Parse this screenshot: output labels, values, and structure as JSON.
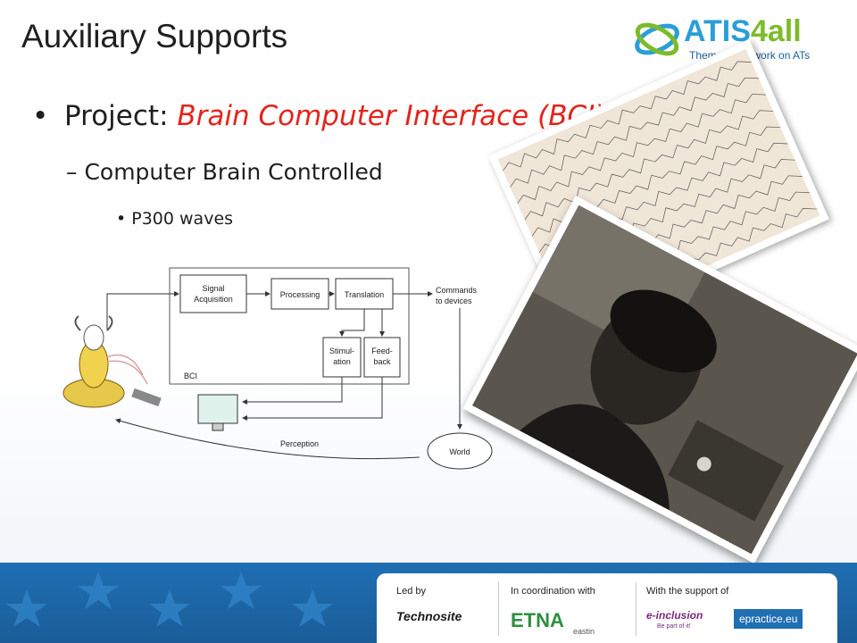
{
  "slide": {
    "title": "Auxiliary Supports",
    "logo": {
      "name_part1": "ATIS",
      "name_part2": "4all",
      "tagline": "Thematic Network on ATs"
    },
    "bullets": {
      "level1_prefix": "Project: ",
      "level1_highlight": "Brain Computer Interface (BCI)",
      "level2": "Computer Brain Controlled",
      "level3": "P300 waves"
    },
    "diagram": {
      "signal_acquisition_line1": "Signal",
      "signal_acquisition_line2": "Acquisition",
      "processing": "Processing",
      "translation": "Translation",
      "commands_line1": "Commands",
      "commands_line2": "to devices",
      "stimulation_line1": "Stimul-",
      "stimulation_line2": "ation",
      "feedback_line1": "Feed-",
      "feedback_line2": "back",
      "bci": "BCI",
      "perception": "Perception",
      "world": "World"
    },
    "footer": {
      "led_by": "Led by",
      "led_by_org": "Technosite",
      "coordination": "In coordination with",
      "coord_org1": "ETNA",
      "coord_org2": "eastin",
      "support": "With the support of",
      "support_org1": "e-inclusion",
      "support_org1_tag": "Be part of it!",
      "support_org2": "epractice.eu"
    },
    "colors": {
      "highlight": "#e3241b",
      "logo_blue": "#2a9fd6",
      "logo_green": "#7cbb2a",
      "footer_blue": "#1f6fb3"
    }
  }
}
